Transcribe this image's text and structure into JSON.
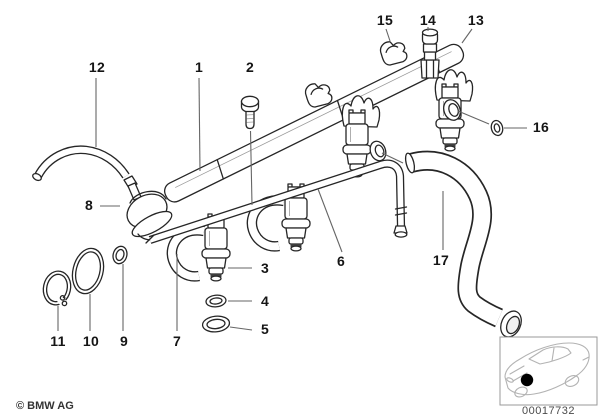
{
  "figure": {
    "copyright": "© BMW AG",
    "image_number": "00017732",
    "callouts": [
      "12",
      "1",
      "2",
      "15",
      "14",
      "13",
      "16",
      "8",
      "6",
      "17",
      "3",
      "4",
      "5",
      "11",
      "10",
      "9",
      "7"
    ],
    "colors": {
      "line": "#262626",
      "leader": "#666666",
      "car_sketch": "#b3b3b3",
      "location_dot": "#000000"
    }
  }
}
